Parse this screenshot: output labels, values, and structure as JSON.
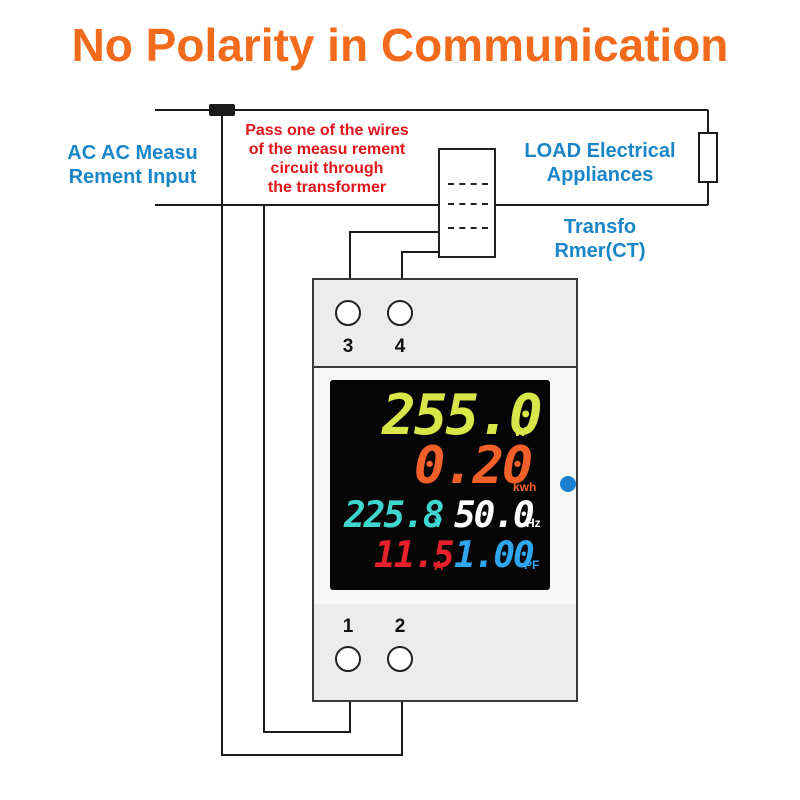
{
  "title": "No Polarity in Communication",
  "labels": {
    "input_line1": "AC AC Measu",
    "input_line2": "Rement Input",
    "note_line1": "Pass one of the wires",
    "note_line2": "of the measu rement",
    "note_line3": "circuit through",
    "note_line4": "the transformer",
    "load_line1": "LOAD Electrical",
    "load_line2": "Appliances",
    "ct_line1": "Transfo",
    "ct_line2": "Rmer(CT)"
  },
  "terminals": {
    "t3": "3",
    "t4": "4",
    "t1": "1",
    "t2": "2"
  },
  "display": {
    "power_value": "255.0",
    "power_unit": "W",
    "energy_value": "0.20",
    "energy_unit": "kwh",
    "voltage_value": "225.8",
    "voltage_unit": "V",
    "freq_value": "50.0",
    "freq_unit": "Hz",
    "current_value": "11.5",
    "current_unit": "A",
    "pf_value": "1.00",
    "pf_unit": "PF"
  },
  "colors": {
    "title": "#f26a1b",
    "blue_label": "#1a86c8",
    "red_label": "#e0161b",
    "wire": "#1a1a1a",
    "power": "#d9e64a",
    "energy": "#f2602a",
    "voltage": "#3fd6d0",
    "freq": "#ffffff",
    "current": "#e8222a",
    "pf": "#2ea6f0",
    "led": "#1a7fd0"
  }
}
